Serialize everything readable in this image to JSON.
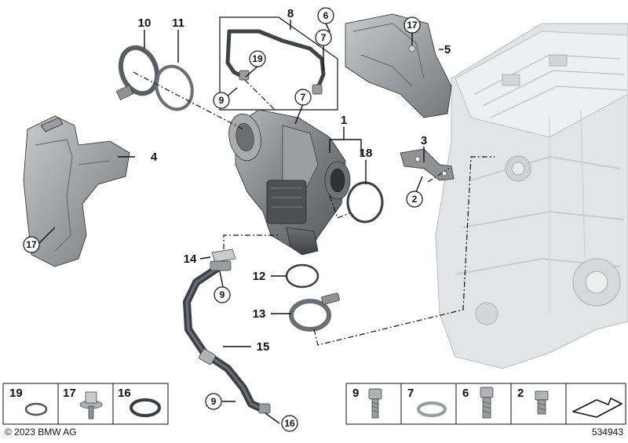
{
  "callouts": {
    "c1": "1",
    "c2": "2",
    "c3": "3",
    "c4": "4",
    "c5": "5",
    "c6": "6",
    "c7a": "7",
    "c7b": "7",
    "c8": "8",
    "c9a": "9",
    "c9b": "9",
    "c9c": "9",
    "c10": "10",
    "c11": "11",
    "c12": "12",
    "c13": "13",
    "c14": "14",
    "c15": "15",
    "c16": "16",
    "c17a": "17",
    "c17b": "17",
    "c18": "18",
    "c19": "19"
  },
  "legend_left": [
    "19",
    "17",
    "16"
  ],
  "legend_right": [
    "9",
    "7",
    "6",
    "2"
  ],
  "copyright": "© 2023 BMW AG",
  "diagram_id": "534943",
  "colors": {
    "part_fill": "#8f9295",
    "part_light": "#c9cbcd",
    "engine": "#dfe1e3",
    "ink": "#111111"
  },
  "icons": [
    "arrow-navigation-icon"
  ]
}
